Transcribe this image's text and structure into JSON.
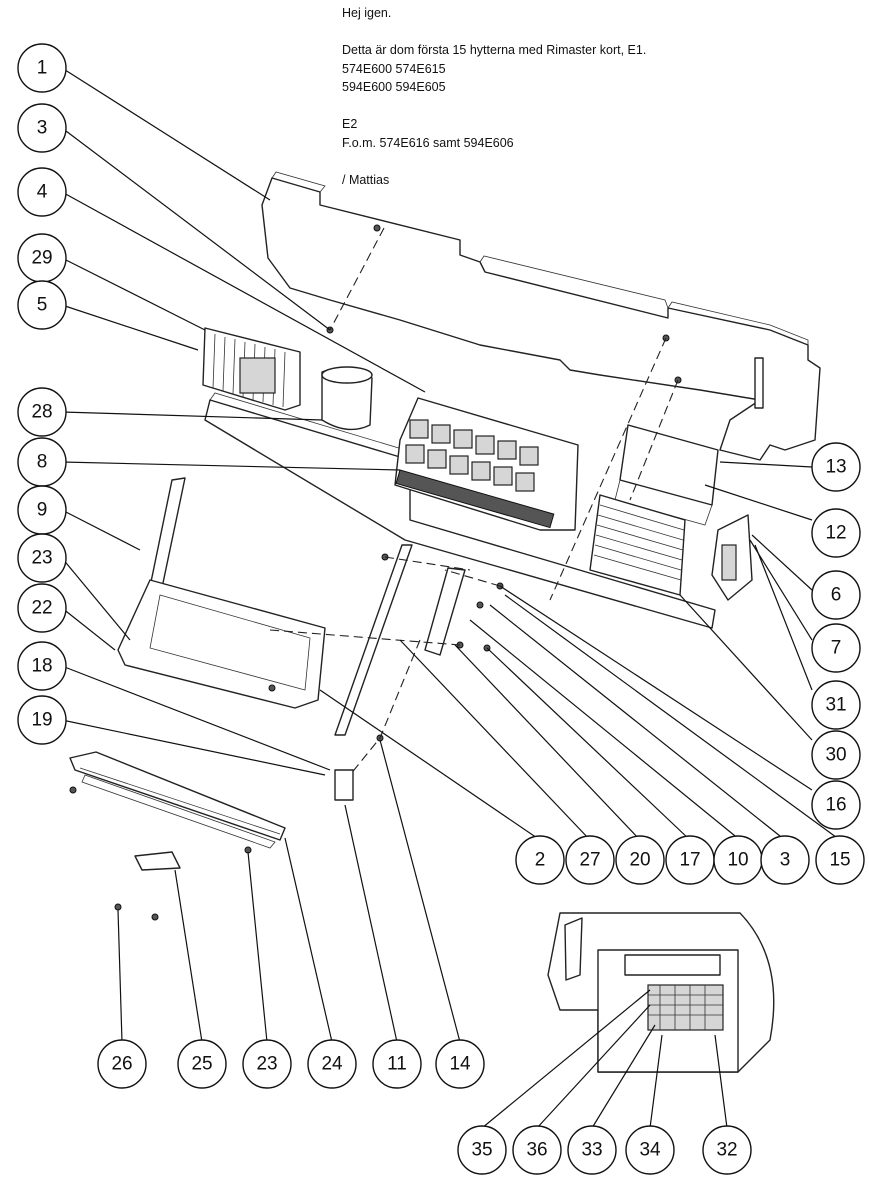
{
  "note": {
    "lines": [
      "Hej igen.",
      "",
      "Detta är dom första 15 hytterna med Rimaster kort, E1.",
      "574E600 574E615",
      "594E600 594E605",
      "",
      "E2",
      "F.o.m. 574E616 samt 594E606",
      "",
      "/ Mattias"
    ]
  },
  "callouts": [
    {
      "label": "1"
    },
    {
      "label": "3"
    },
    {
      "label": "4"
    },
    {
      "label": "29"
    },
    {
      "label": "5"
    },
    {
      "label": "28"
    },
    {
      "label": "8"
    },
    {
      "label": "9"
    },
    {
      "label": "23"
    },
    {
      "label": "22"
    },
    {
      "label": "18"
    },
    {
      "label": "19"
    },
    {
      "label": "13"
    },
    {
      "label": "12"
    },
    {
      "label": "6"
    },
    {
      "label": "7"
    },
    {
      "label": "31"
    },
    {
      "label": "30"
    },
    {
      "label": "16"
    },
    {
      "label": "2"
    },
    {
      "label": "27"
    },
    {
      "label": "20"
    },
    {
      "label": "17"
    },
    {
      "label": "10"
    },
    {
      "label": "3"
    },
    {
      "label": "15"
    },
    {
      "label": "26"
    },
    {
      "label": "25"
    },
    {
      "label": "23"
    },
    {
      "label": "24"
    },
    {
      "label": "11"
    },
    {
      "label": "14"
    },
    {
      "label": "35"
    },
    {
      "label": "36"
    },
    {
      "label": "33"
    },
    {
      "label": "34"
    },
    {
      "label": "32"
    }
  ]
}
